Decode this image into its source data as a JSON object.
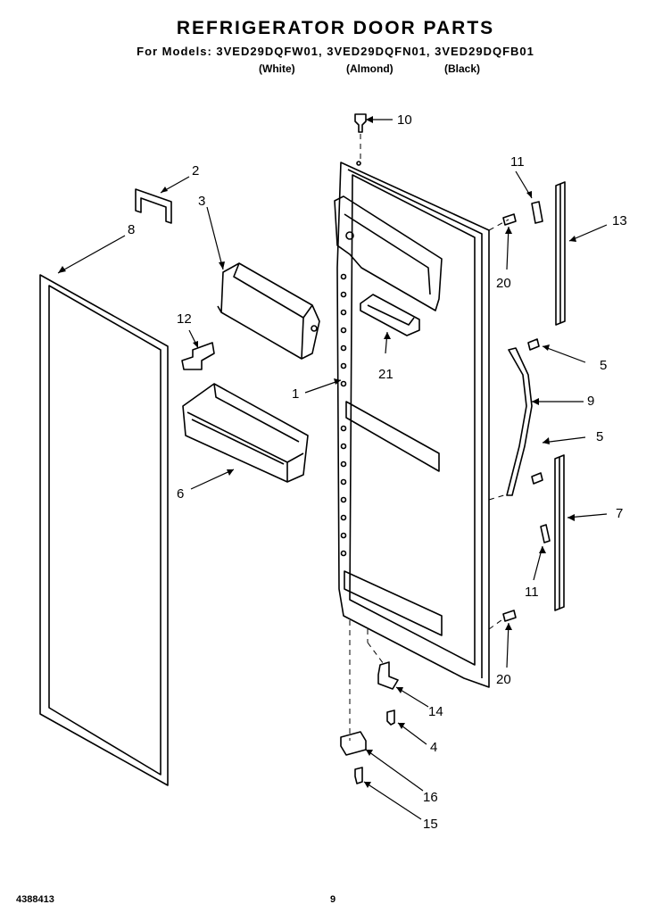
{
  "header": {
    "title": "REFRIGERATOR DOOR PARTS",
    "models": "For Models: 3VED29DQFW01, 3VED29DQFN01, 3VED29DQFB01",
    "variants": [
      "(White)",
      "(Almond)",
      "(Black)"
    ]
  },
  "callouts": [
    "1",
    "2",
    "3",
    "4",
    "5",
    "5",
    "6",
    "7",
    "8",
    "9",
    "10",
    "11",
    "11",
    "12",
    "13",
    "14",
    "15",
    "16",
    "20",
    "20",
    "21"
  ],
  "footer": {
    "doc_number": "4388413",
    "page_number": "9"
  }
}
